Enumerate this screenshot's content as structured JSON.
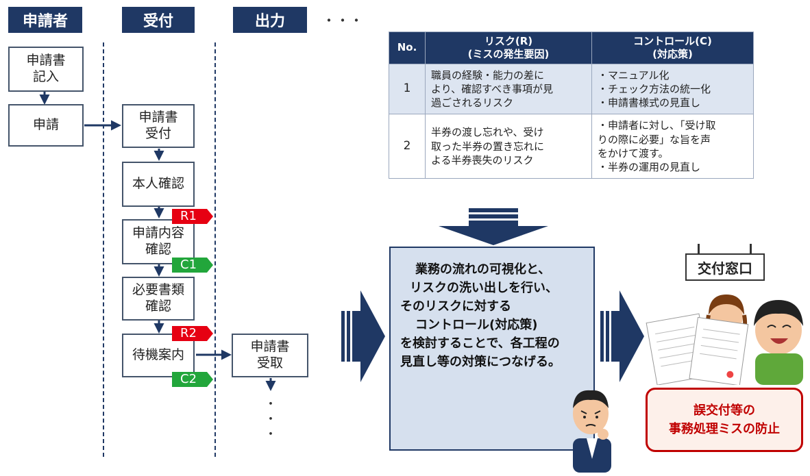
{
  "headers": {
    "applicant": "申請者",
    "reception": "受付",
    "output": "出力",
    "ellipsis": "・・・"
  },
  "flow": {
    "app_fill": "申請書\n記入",
    "app_submit": "申請",
    "rcv_receipt": "申請書\n受付",
    "rcv_identity": "本人確認",
    "rcv_content": "申請内容\n確認",
    "rcv_docs": "必要書類\n確認",
    "rcv_wait": "待機案内",
    "out_receive": "申請書\n受取",
    "out_more": "・\n・\n・"
  },
  "tags": {
    "r1": "R1",
    "c1": "C1",
    "r2": "R2",
    "c2": "C2"
  },
  "table": {
    "col_no": "No.",
    "col_risk": "リスク(R)\n(ミスの発生要因)",
    "col_control": "コントロール(C)\n(対応策)",
    "rows": [
      {
        "no": "1",
        "risk": "職員の経験・能力の差に\nより、確認すべき事項が見\n過ごされるリスク",
        "control": "・マニュアル化\n・チェック方法の統一化\n・申請書様式の見直し"
      },
      {
        "no": "2",
        "risk": "半券の渡し忘れや、受け\n取った半券の置き忘れに\nよる半券喪失のリスク",
        "control": "・申請者に対し、「受け取\nりの際に必要」な旨を声\n  をかけて渡す。\n・半券の運用の見直し"
      }
    ]
  },
  "summary": {
    "line1": "業務の流れの可視化と、",
    "line2": "リスクの洗い出しを行い、",
    "line3": "そのリスクに対する",
    "line4": "コントロール(対応策)",
    "line5": "を検討することで、各工程の",
    "line6": "見直し等の対策につなげる。"
  },
  "sign": "交付窓口",
  "result": {
    "line1": "誤交付等の",
    "line2": "事務処理ミスの防止"
  },
  "colors": {
    "navy": "#1f3864",
    "risk_red": "#e60012",
    "control_green": "#22a63b",
    "result_red": "#c00000"
  }
}
